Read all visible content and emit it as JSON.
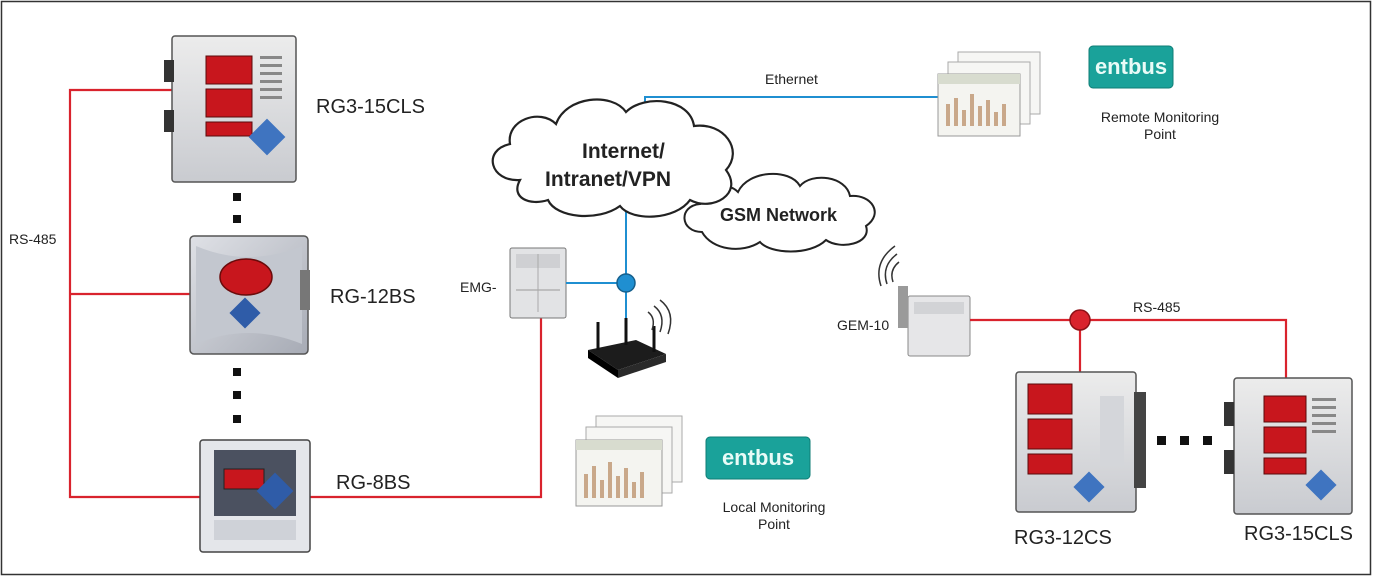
{
  "devices": {
    "rg3_15cls_left": "RG3-15CLS",
    "rg_12bs": "RG-12BS",
    "rg_8bs": "RG-8BS",
    "emg": "EMG-",
    "gem_10": "GEM-10",
    "rg3_12cs": "RG3-12CS",
    "rg3_15cls_right": "RG3-15CLS"
  },
  "links": {
    "rs485_left": "RS-485",
    "rs485_right": "RS-485",
    "ethernet": "Ethernet"
  },
  "clouds": {
    "internet_line1": "Internet/",
    "internet_line2": "Intranet/VPN",
    "gsm": "GSM Network"
  },
  "monitoring": {
    "remote_line1": "Remote Monitoring",
    "remote_line2": "Point",
    "local_line1": "Local Monitoring",
    "local_line2": "Point",
    "logo_text": "entbus"
  },
  "colors": {
    "rs485_line": "#d9232d",
    "ethernet_line": "#1f8fd1",
    "logo_bg": "#1aa29a",
    "display_red": "#c8161d"
  }
}
